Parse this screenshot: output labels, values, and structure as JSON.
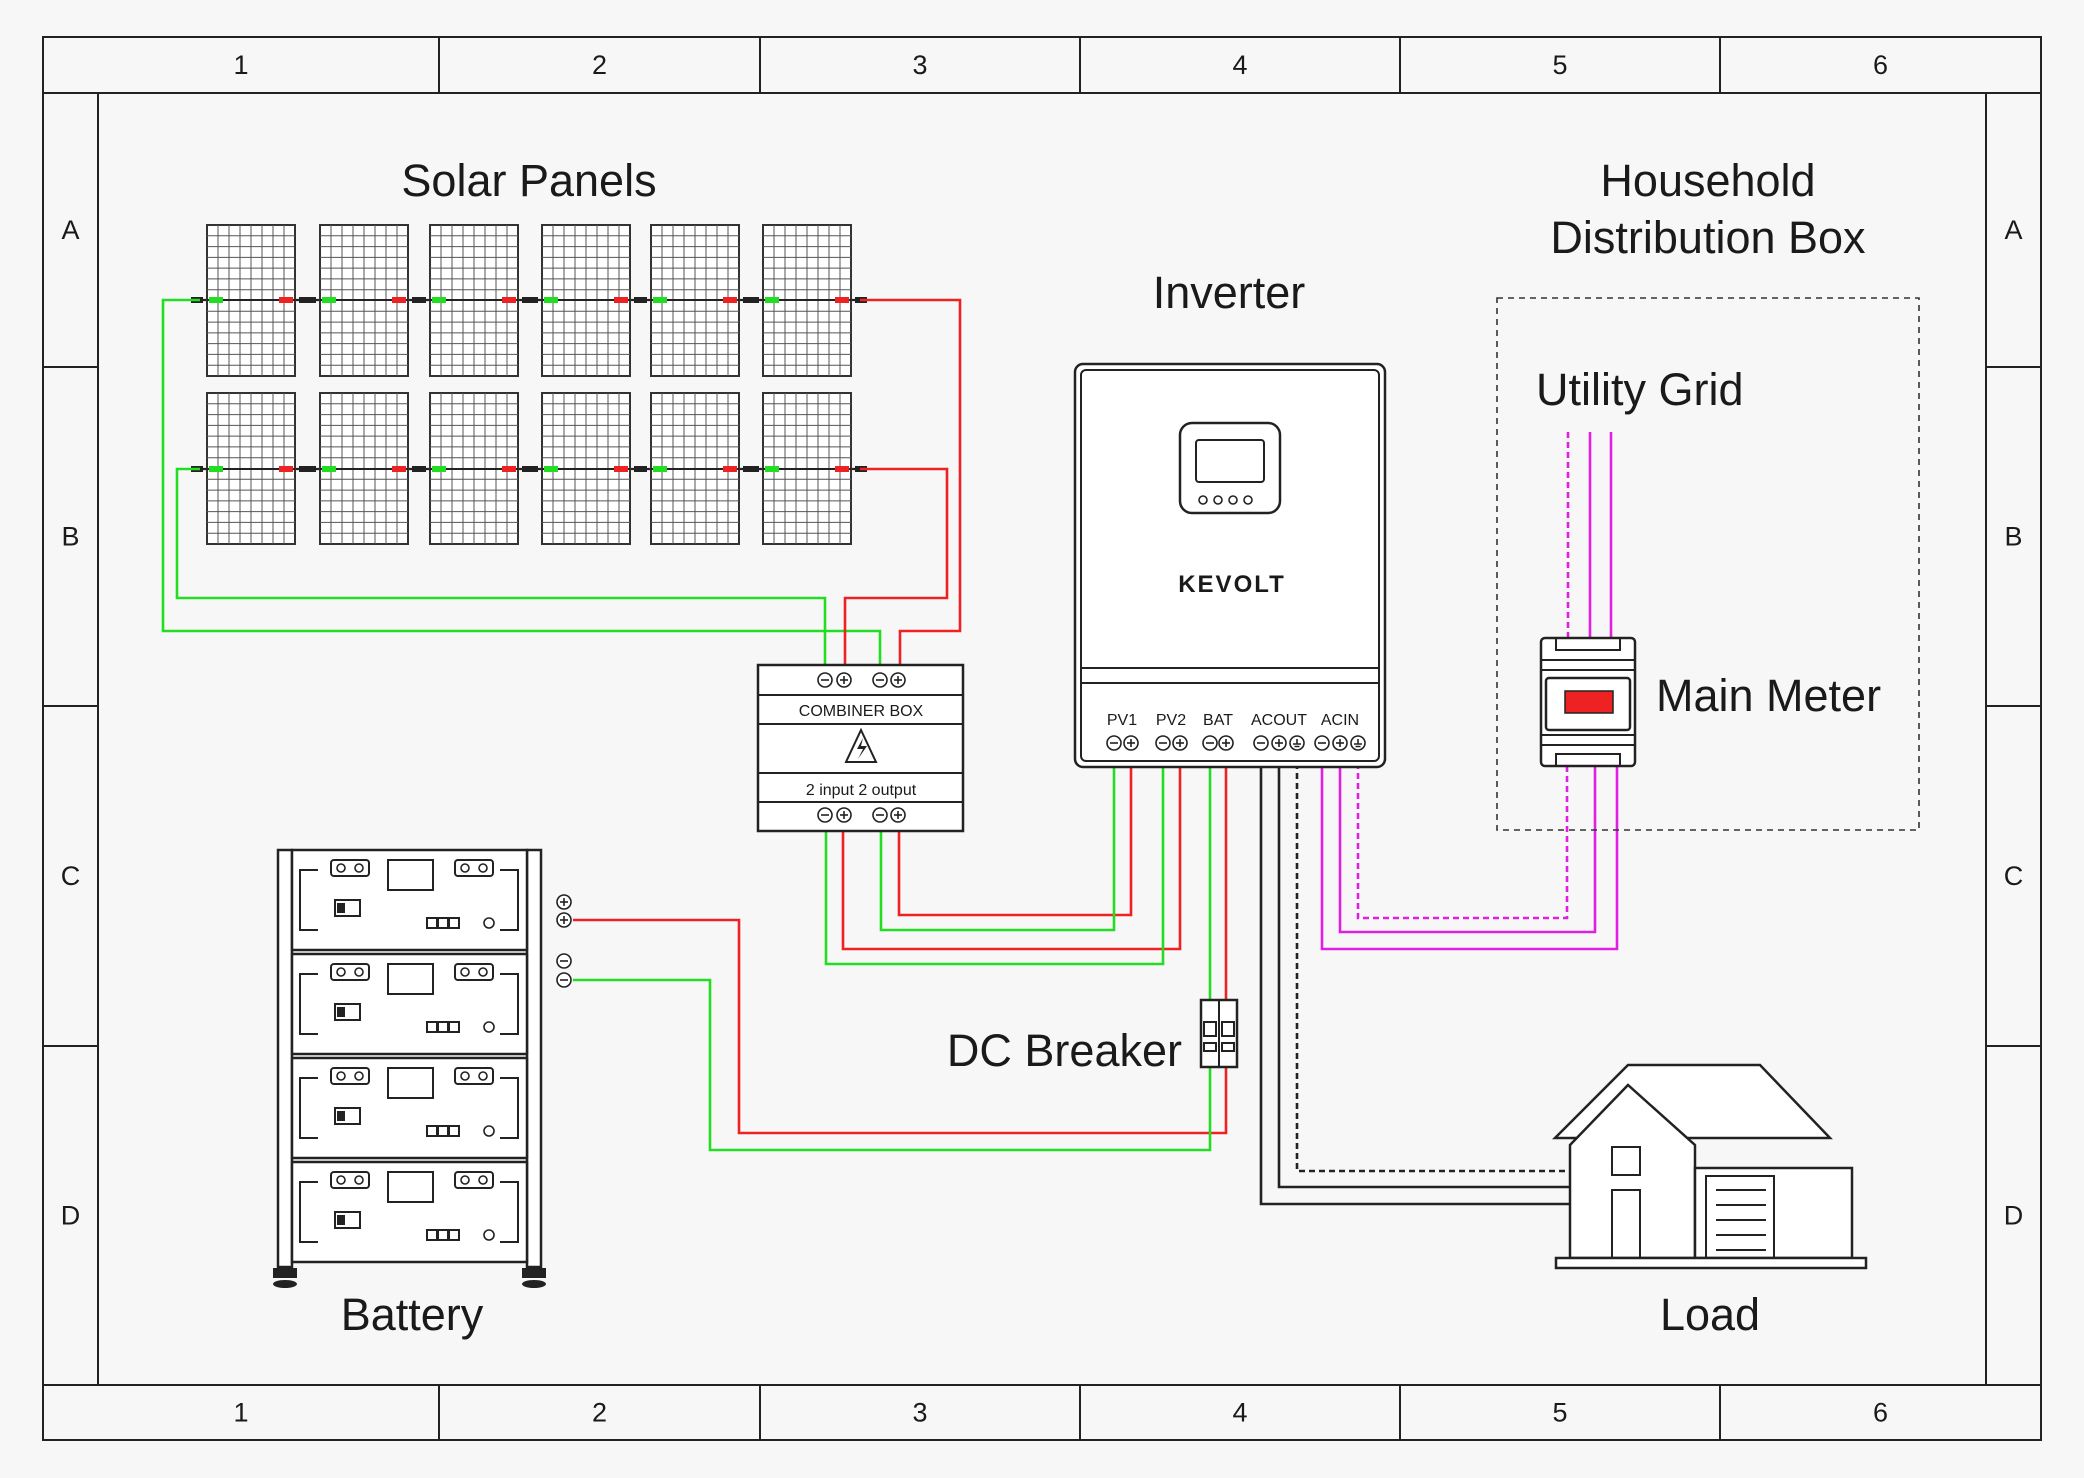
{
  "grid": {
    "columns": [
      "1",
      "2",
      "3",
      "4",
      "5",
      "6"
    ],
    "rows": [
      "A",
      "B",
      "C",
      "D"
    ]
  },
  "labels": {
    "solar_panels": "Solar Panels",
    "inverter": "Inverter",
    "household_line1": "Household",
    "household_line2": "Distribution Box",
    "utility_grid": "Utility Grid",
    "main_meter": "Main Meter",
    "dc_breaker": "DC Breaker",
    "battery": "Battery",
    "load": "Load"
  },
  "combiner_box": {
    "title": "COMBINER BOX",
    "spec": "2 input  2 output"
  },
  "inverter": {
    "brand": "KEVOLT",
    "terminals": {
      "pv1": "PV1",
      "pv2": "PV2",
      "bat": "BAT",
      "acout": "ACOUT",
      "acin": "ACIN"
    }
  },
  "colors": {
    "positive": "#ee2222",
    "negative": "#22dd22",
    "ac": "#e020e0",
    "neutral": "#222222",
    "meter_display": "#ee2222"
  }
}
